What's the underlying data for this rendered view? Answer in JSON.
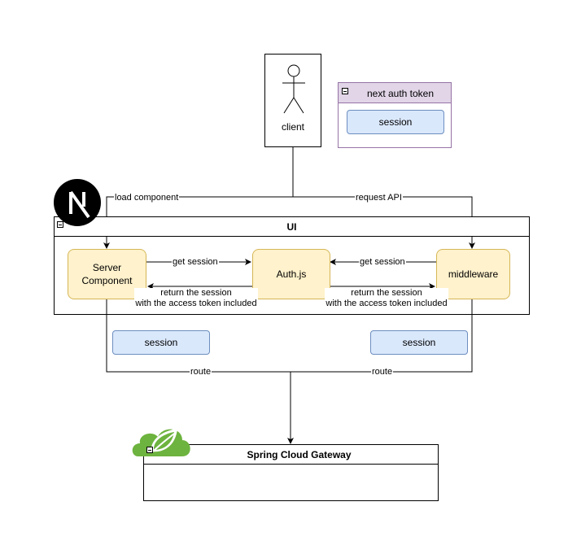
{
  "client": {
    "label": "client"
  },
  "next_auth_token": {
    "title": "next auth token",
    "session": "session"
  },
  "ui_container": {
    "title": "UI"
  },
  "nodes": {
    "server_component": "Server\nComponent",
    "authjs": "Auth.js",
    "middleware": "middleware"
  },
  "edges": {
    "load_component": "load component",
    "request_api": "request API",
    "get_session_left": "get session",
    "get_session_right": "get session",
    "return_left": "return the session\nwith the access token included",
    "return_right": "return the session\nwith the access token included",
    "route_left": "route",
    "route_right": "route"
  },
  "sessions": {
    "left": "session",
    "right": "session"
  },
  "gateway": {
    "title": "Spring Cloud Gateway"
  },
  "colors": {
    "node_fill": "#fff2cc",
    "node_stroke": "#d6b656",
    "session_fill": "#dae8fc",
    "session_stroke": "#6c8ebf",
    "token_header": "#e1d5e7",
    "token_stroke": "#9673a6",
    "spring_green": "#6db33f"
  },
  "icons": {
    "nextjs": "nextjs-logo-icon",
    "spring": "spring-leaf-icon"
  }
}
